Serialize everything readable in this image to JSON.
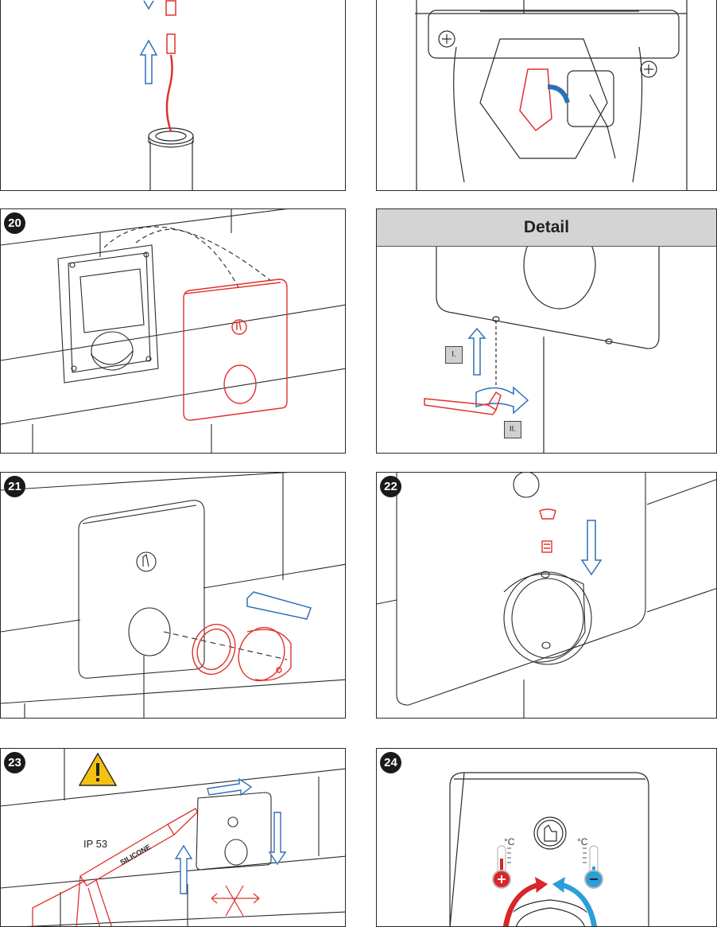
{
  "steps": [
    {
      "number": ""
    },
    {
      "number": ""
    },
    {
      "number": "20"
    },
    {
      "number": ""
    },
    {
      "number": "21"
    },
    {
      "number": "22"
    },
    {
      "number": "23"
    },
    {
      "number": "24"
    }
  ],
  "detail": {
    "title": "Detail",
    "step1": "I.",
    "step2": "II."
  },
  "warning": {
    "rating": "IP 53",
    "cartridge": "SILICONE"
  },
  "temperature": {
    "unit_hot": "°C",
    "unit_cold": "°C"
  },
  "colors": {
    "line": "#2a2a2a",
    "red_part": "#e0312b",
    "blue_arrow": "#2e6fb8",
    "warning_yellow": "#f4c10f",
    "hot_red": "#d8262a",
    "cold_blue": "#2a9fd8",
    "detail_bar": "#d4d4d4"
  },
  "icons": [
    "touch-hand-icon",
    "warning-triangle-icon",
    "thermometer-hot-icon",
    "thermometer-cold-icon"
  ]
}
